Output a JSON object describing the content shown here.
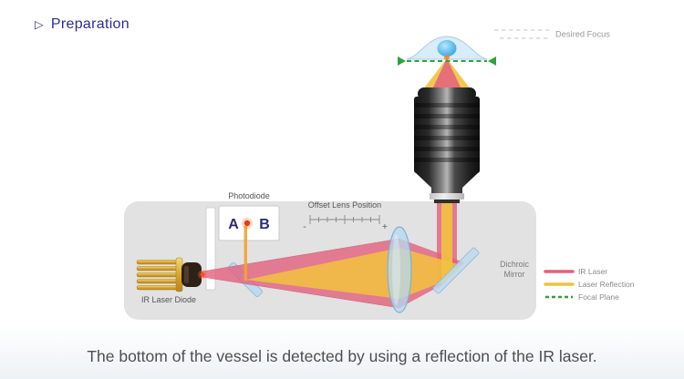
{
  "title": {
    "marker": "▷",
    "text": "Preparation"
  },
  "caption": "The bottom of the vessel is detected by using a reflection of the IR laser.",
  "diagram": {
    "labels": {
      "desired_focus": "Desired Focus",
      "photodiode": "Photodiode",
      "sensor_a": "A",
      "sensor_b": "B",
      "offset_lens_position": "Offset Lens Position",
      "minus": "-",
      "plus": "+",
      "ir_laser_diode": "IR Laser Diode",
      "dichroic_mirror_line1": "Dichroic",
      "dichroic_mirror_line2": "Mirror"
    },
    "legend": [
      {
        "label": "IR Laser",
        "color": "#e2607e",
        "style": "solid"
      },
      {
        "label": "Laser Reflection",
        "color": "#f2c23e",
        "style": "solid"
      },
      {
        "label": "Focal Plane",
        "color": "#2fa33c",
        "style": "dashed"
      }
    ],
    "colors": {
      "ir_laser": "#e2607e",
      "laser_reflection": "#f2c23e",
      "focal_plane": "#2fa33c",
      "lens": "#b5d8ee",
      "mirror": "#bcd9ee",
      "panel": "#e2e2e2",
      "accent_title": "#2c2f8e"
    }
  }
}
